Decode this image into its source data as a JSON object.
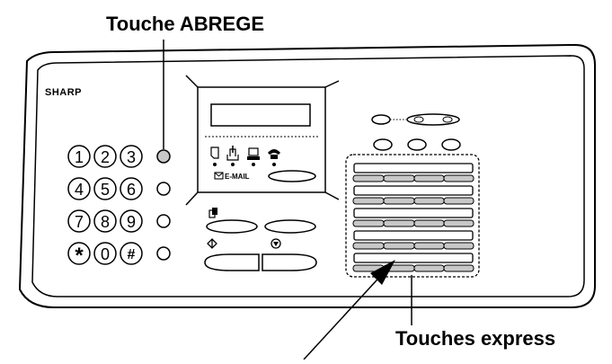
{
  "callouts": {
    "abrege": "Touche ABREGE",
    "express": "Touches express"
  },
  "device": {
    "brand": "SHARP",
    "email_label": "E-MAIL"
  },
  "keypad": {
    "keys": [
      "1",
      "2",
      "3",
      "4",
      "5",
      "6",
      "7",
      "8",
      "9",
      "*",
      "0",
      "#"
    ]
  },
  "colors": {
    "line": "#000000",
    "fill": "#ffffff",
    "key_gray": "#c8c8c8",
    "bar_gray": "#d6d6d6"
  }
}
